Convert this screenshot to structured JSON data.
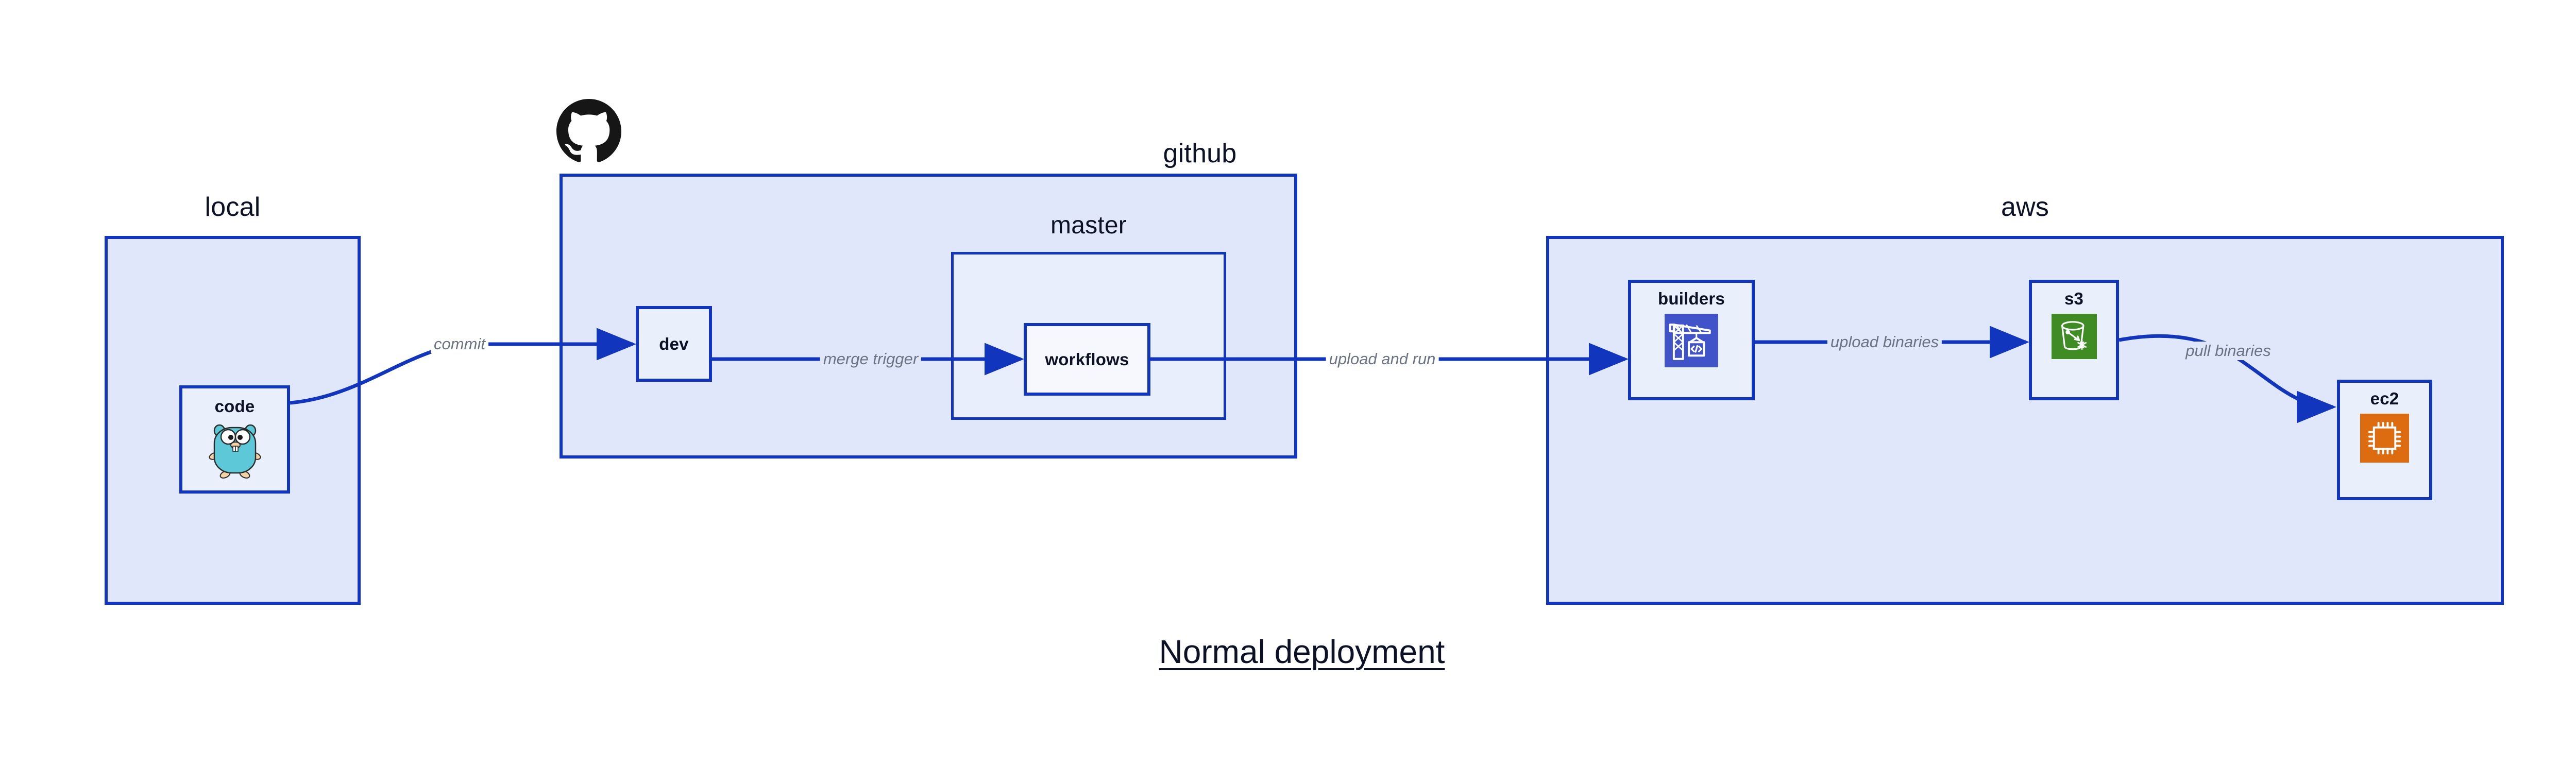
{
  "diagram": {
    "title": "Normal deployment",
    "accent_border": "#1235bd",
    "group_fill": "#e1e7fa",
    "inner_fill": "#e9eefc",
    "node_fill": "#eaeffc",
    "label_color": "#6b7280",
    "text_color": "#0d1126"
  },
  "groups": {
    "local": {
      "label": "local"
    },
    "github": {
      "label": "github"
    },
    "master": {
      "label": "master"
    },
    "aws": {
      "label": "aws"
    }
  },
  "nodes": {
    "code": {
      "label": "code",
      "icon": "go-gopher-icon",
      "icon_color": "#5dc9d8"
    },
    "dev": {
      "label": "dev",
      "icon": "none"
    },
    "workflows": {
      "label": "workflows",
      "icon": "none"
    },
    "builders": {
      "label": "builders",
      "icon": "aws-codebuild-icon",
      "icon_color": "#4053c9"
    },
    "s3": {
      "label": "s3",
      "icon": "aws-s3-bucket-icon",
      "icon_color": "#3f8c24"
    },
    "ec2": {
      "label": "ec2",
      "icon": "aws-ec2-chip-icon",
      "icon_color": "#dd6b10"
    }
  },
  "edges": [
    {
      "id": "commit",
      "label": "commit",
      "from": "code",
      "to": "dev"
    },
    {
      "id": "merge_trigger",
      "label": "merge trigger",
      "from": "dev",
      "to": "workflows"
    },
    {
      "id": "upload_and_run",
      "label": "upload and run",
      "from": "workflows",
      "to": "builders"
    },
    {
      "id": "upload_binaries",
      "label": "upload binaries",
      "from": "builders",
      "to": "s3"
    },
    {
      "id": "pull_binaries",
      "label": "pull binaries",
      "from": "s3",
      "to": "ec2"
    }
  ],
  "brand": {
    "github_logo": "github-octocat-icon"
  }
}
